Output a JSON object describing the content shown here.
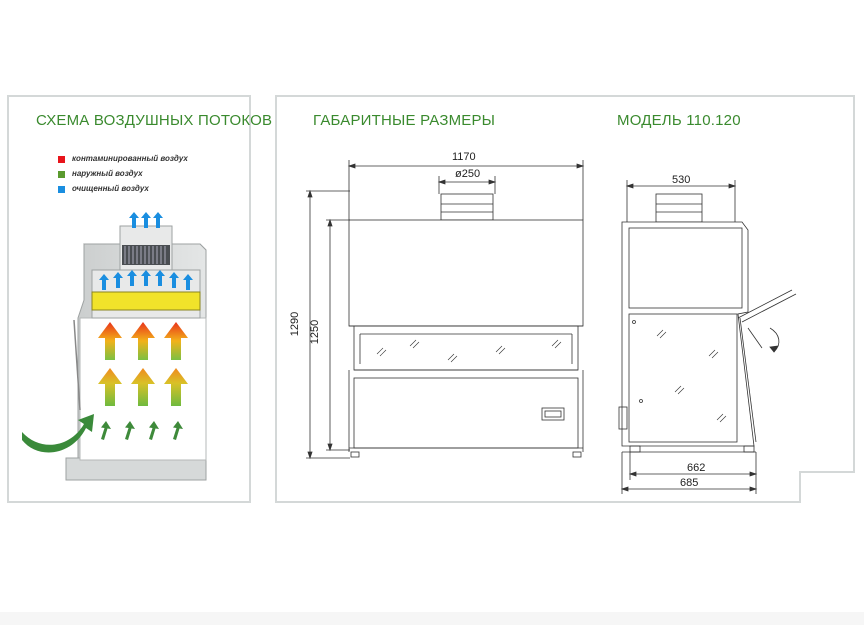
{
  "left_panel": {
    "title": "СХЕМА ВОЗДУШНЫХ ПОТОКОВ",
    "title_color": "#3a8a2e",
    "legend": [
      {
        "label": "контаминированный воздух",
        "color": "#e8141b"
      },
      {
        "label": "наружный воздух",
        "color": "#5a9a2e"
      },
      {
        "label": "очищенный воздух",
        "color": "#1a8ee0"
      }
    ]
  },
  "right_panel": {
    "title_dimensions": "ГАБАРИТНЫЕ  РАЗМЕРЫ",
    "title_model": "МОДЕЛЬ 110.120",
    "title_color": "#3a8a2e",
    "front_view": {
      "width": "1170",
      "diameter": "ø250",
      "height_total": "1290",
      "height_body": "1250"
    },
    "side_view": {
      "top_width": "530",
      "base_width": "662",
      "overall_depth": "685"
    }
  }
}
